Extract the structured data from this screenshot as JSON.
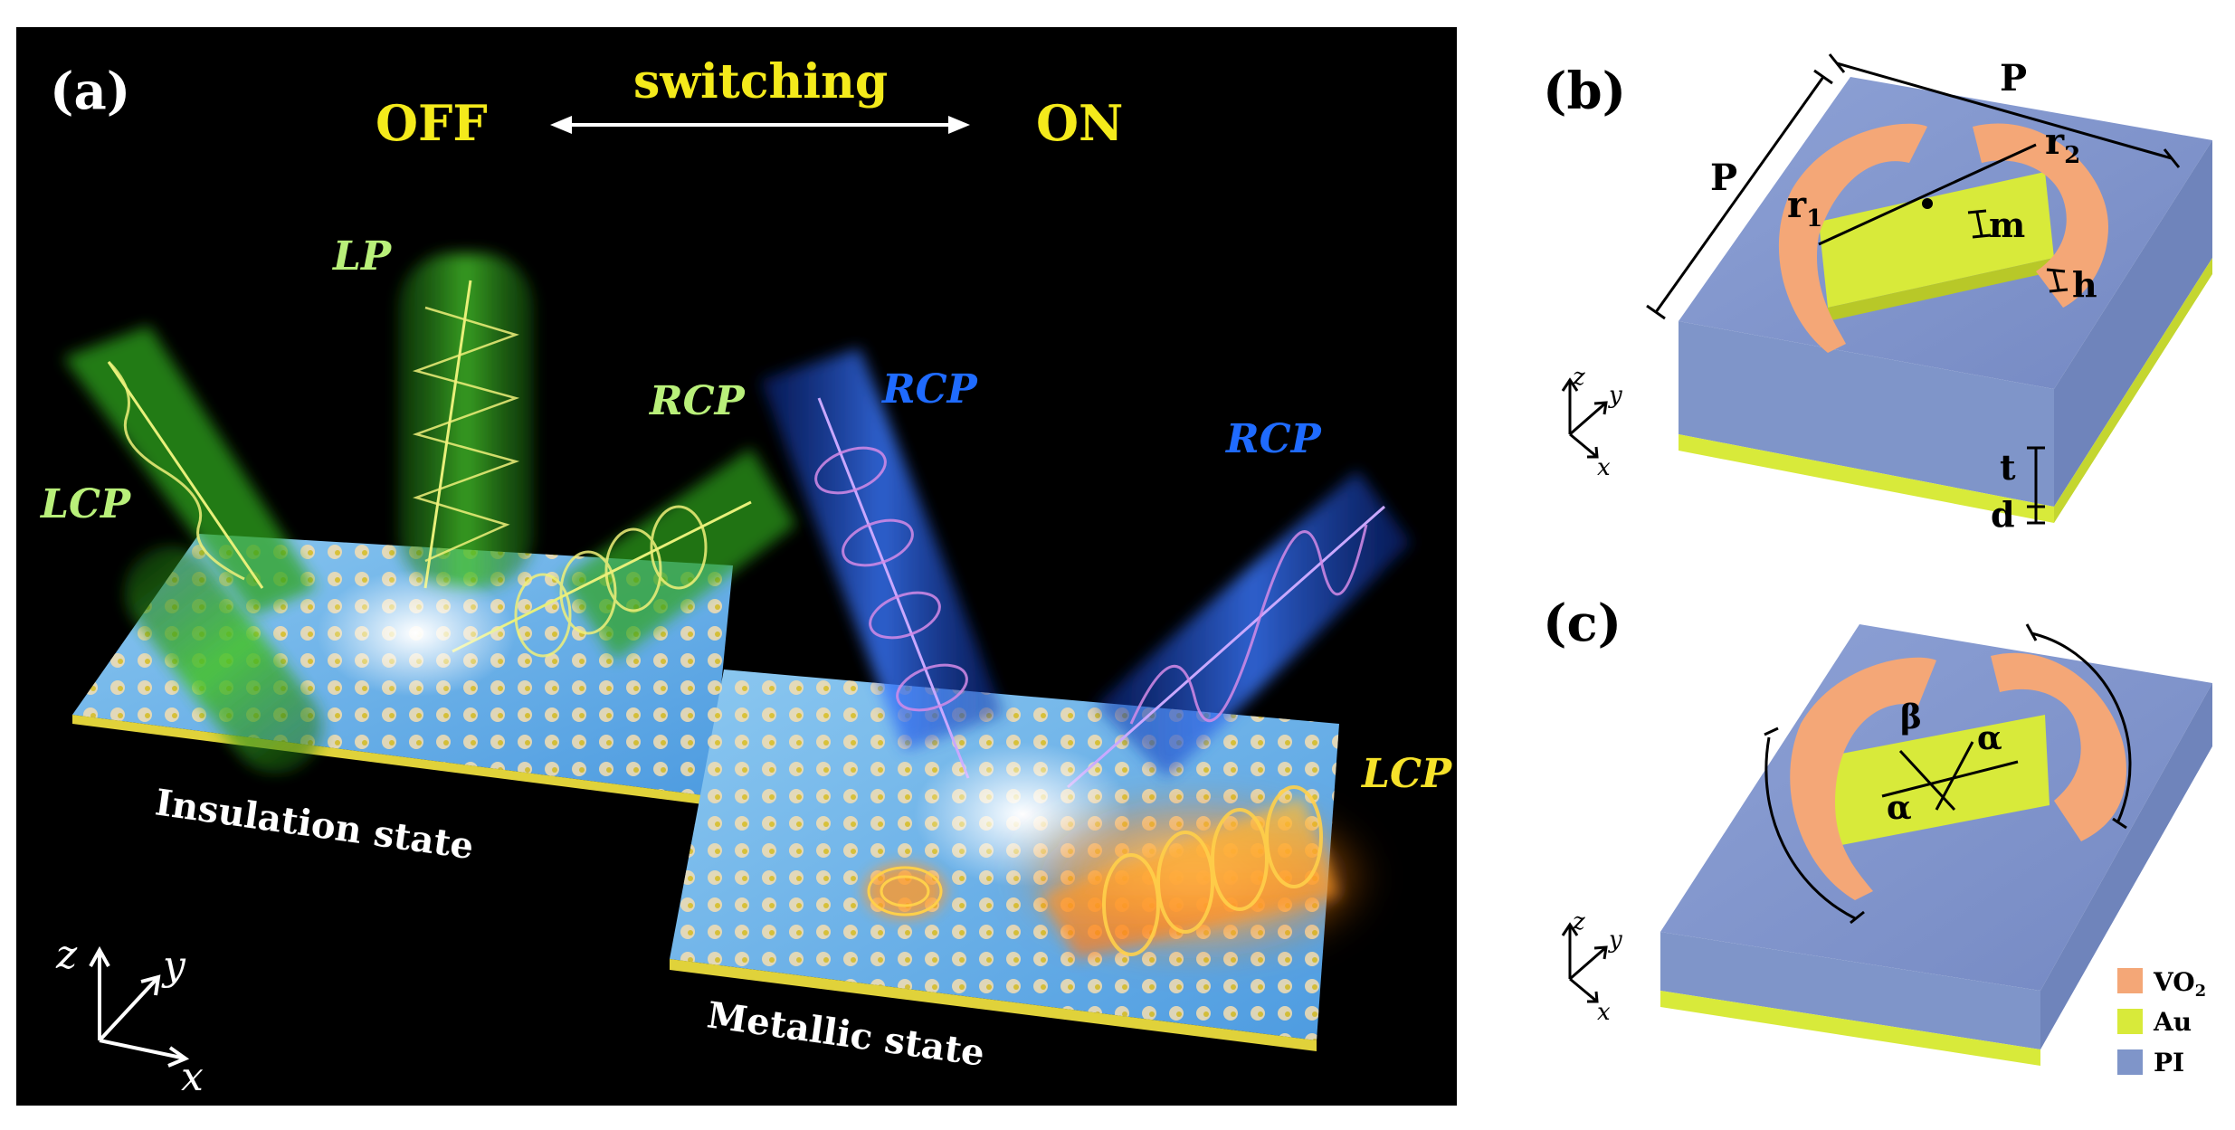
{
  "panel_a": {
    "label": "(a)",
    "off_label": "OFF",
    "on_label": "ON",
    "switch_label": "switching",
    "beams_left": [
      "LCP",
      "LP",
      "RCP"
    ],
    "beams_right": [
      "RCP",
      "RCP",
      "LCP"
    ],
    "insulation_label": "Insulation state",
    "metallic_label": "Metallic state",
    "axes": {
      "z": "z",
      "y": "y",
      "x": "x"
    }
  },
  "panel_b": {
    "label": "(b)",
    "period_top": "P",
    "period_left": "P",
    "r1": "r",
    "r1_sub": "1",
    "r2": "r",
    "r2_sub": "2",
    "m": "m",
    "h": "h",
    "t": "t",
    "d": "d",
    "axes": {
      "z": "z",
      "y": "y",
      "x": "x"
    }
  },
  "panel_c": {
    "label": "(c)",
    "beta": "β",
    "alpha_left": "α",
    "alpha_right": "α",
    "axes": {
      "z": "z",
      "y": "y",
      "x": "x"
    }
  },
  "legend": [
    {
      "label": "VO",
      "sub": "2",
      "color": "#f4a777"
    },
    {
      "label": "Au",
      "sub": "",
      "color": "#d8ea3a"
    },
    {
      "label": "PI",
      "sub": "",
      "color": "#7f95c9"
    }
  ],
  "colors": {
    "background_a": "#000000",
    "title_yellow": "#f4ea1b",
    "green_label": "#b9f07a",
    "blue_label": "#1f6bff",
    "lcp_yellow": "#f6e22a",
    "vo2": "#f4a777",
    "au": "#d8ea3a",
    "pi": "#7f95c9"
  }
}
